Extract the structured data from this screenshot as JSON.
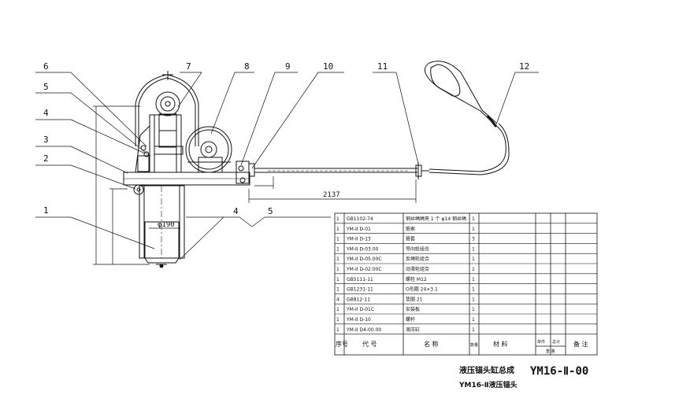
{
  "callouts": [
    "6",
    "5",
    "4",
    "3",
    "2",
    "1",
    "7",
    "8",
    "9",
    "10",
    "11",
    "12"
  ],
  "dimensions": {
    "cable_length": "2137",
    "diameter": "φ190",
    "left_ref_a": "4",
    "left_ref_b": "5"
  },
  "bom": {
    "rows": [
      {
        "qty": "1",
        "code": "GB1102-74",
        "name": "钢丝绳绳夹 1 个 φ14 钢丝绳",
        "count": "1"
      },
      {
        "qty": "1",
        "code": "YM-II D-01",
        "name": "筋索",
        "count": "1"
      },
      {
        "qty": "1",
        "code": "YM-II D-13",
        "name": "管套",
        "count": "3"
      },
      {
        "qty": "1",
        "code": "YM-II D-03.00",
        "name": "导向轮组合",
        "count": "1"
      },
      {
        "qty": "1",
        "code": "YM-II D-05.00C",
        "name": "反绳轮组合",
        "count": "1"
      },
      {
        "qty": "1",
        "code": "YM-II D-02.00C",
        "name": "动滑轮组合",
        "count": "1"
      },
      {
        "qty": "1",
        "code": "GB5111-11",
        "name": "螺栓 M12",
        "count": "1"
      },
      {
        "qty": "1",
        "code": "GB1231-11",
        "name": "O形圈 24×3.1",
        "count": "1"
      },
      {
        "qty": "4",
        "code": "GB812-11",
        "name": "垫圈 21",
        "count": "1"
      },
      {
        "qty": "1",
        "code": "YM-II D-01C",
        "name": "安装板",
        "count": "1"
      },
      {
        "qty": "1",
        "code": "YM-II D-10",
        "name": "螺杆",
        "count": "1"
      },
      {
        "qty": "1",
        "code": "YM-II D4-00.00",
        "name": "液压缸",
        "count": "1"
      }
    ],
    "header": {
      "seq": "序号",
      "code": "代 号",
      "name": "名 称",
      "count": "数量",
      "material": "材 料",
      "weight_single": "单件",
      "weight_total": "总计",
      "weight": "重 量",
      "remark": "备 注"
    }
  },
  "title_block": {
    "assembly_name": "液压锚头缸总成",
    "drawing_no": "YM16-Ⅱ-00",
    "product": "YM16-Ⅱ液压锚头"
  }
}
